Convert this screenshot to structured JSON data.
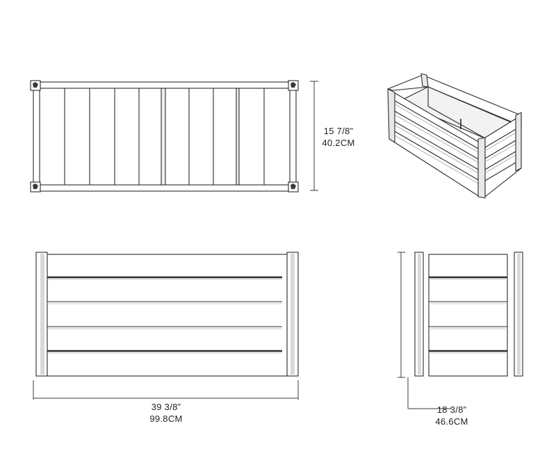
{
  "dimensions": {
    "depth_top": {
      "imperial": "15 7/8”",
      "metric": "40.2CM"
    },
    "length_front": {
      "imperial": "39 3/8”",
      "metric": "99.8CM"
    },
    "depth_side": {
      "imperial": "18 3/8”",
      "metric": "46.6CM"
    }
  },
  "colors": {
    "line": "#2a2a2a",
    "fill": "#ffffff",
    "shade": "#d9d9d9",
    "dark": "#3a3a3a"
  }
}
